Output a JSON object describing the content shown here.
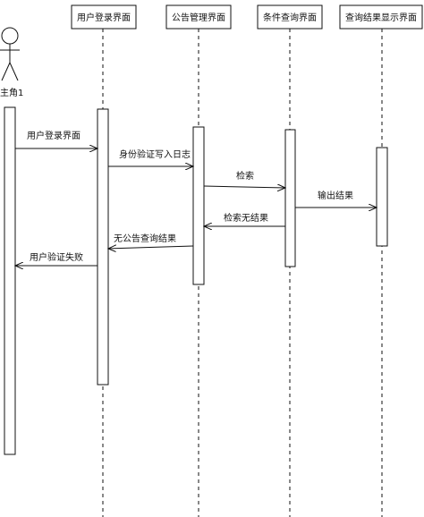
{
  "actor": {
    "name": "主角1"
  },
  "lifelines": [
    {
      "id": "login",
      "label": "用户登录界面"
    },
    {
      "id": "notice",
      "label": "公告管理界面"
    },
    {
      "id": "query",
      "label": "条件查询界面"
    },
    {
      "id": "result",
      "label": "查询结果显示界面"
    }
  ],
  "messages": [
    {
      "id": "m1",
      "from": "actor",
      "to": "login",
      "label": "用户登录界面"
    },
    {
      "id": "m2",
      "from": "login",
      "to": "notice",
      "label": "身份验证写入日志"
    },
    {
      "id": "m3",
      "from": "notice",
      "to": "query",
      "label": "检索"
    },
    {
      "id": "m4",
      "from": "query",
      "to": "result",
      "label": "输出结果"
    },
    {
      "id": "m5",
      "from": "query",
      "to": "notice",
      "label": "检索无结果"
    },
    {
      "id": "m6",
      "from": "notice",
      "to": "login",
      "label": "无公告查询结果"
    },
    {
      "id": "m7",
      "from": "login",
      "to": "actor",
      "label": "用户验证失败"
    }
  ]
}
